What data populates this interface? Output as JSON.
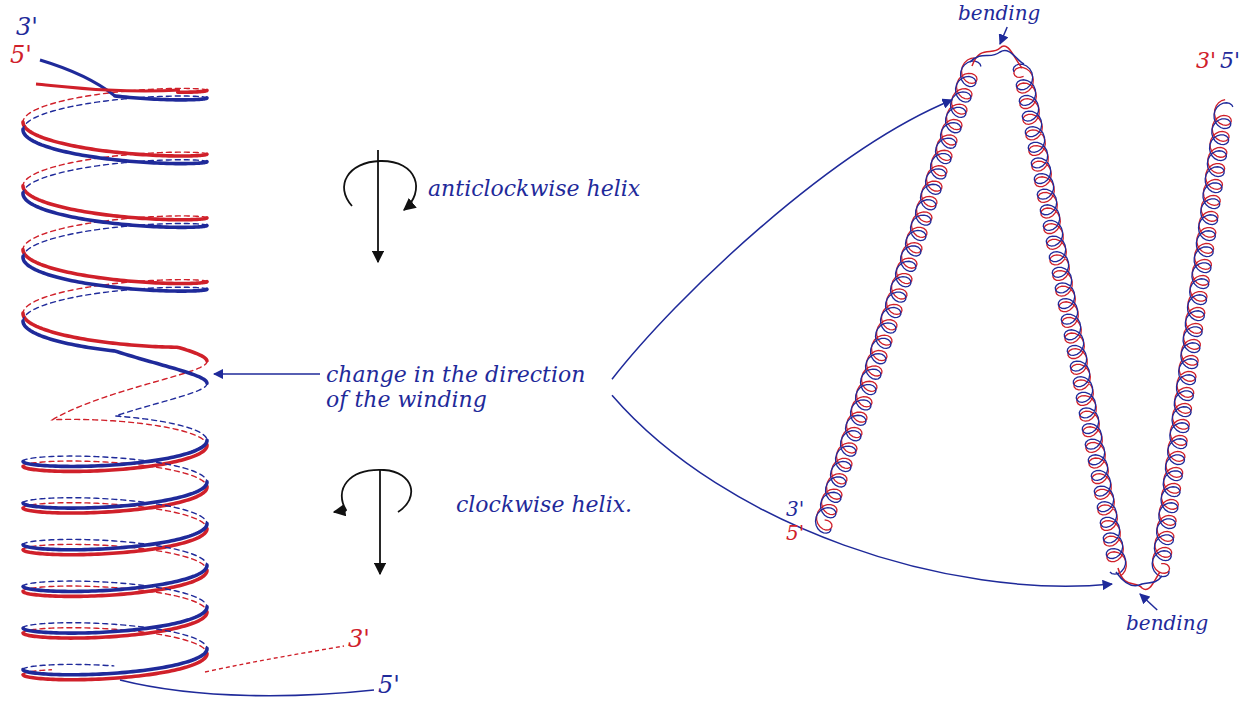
{
  "diagram": {
    "labels": [
      "3'",
      "5'",
      "bending",
      "3'",
      "5'",
      "anticlockwise helix",
      "3'",
      "5'",
      "change in the direction of the winding",
      "bending",
      "clockwise helix.",
      "3'",
      "5'"
    ]
  }
}
